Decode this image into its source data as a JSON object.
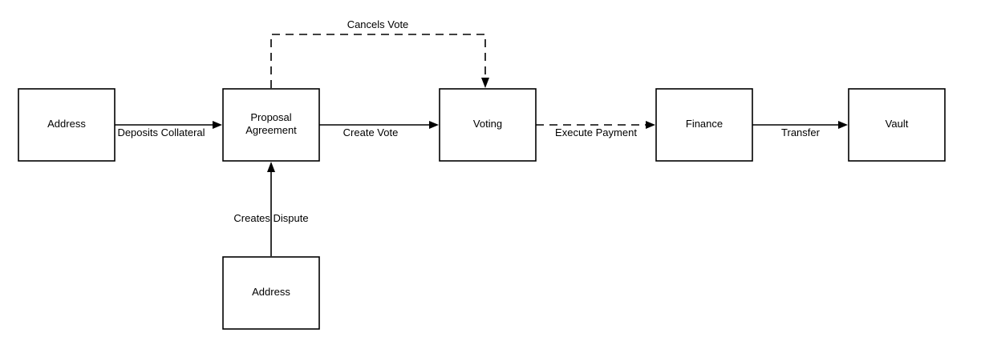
{
  "nodes": {
    "address_top": "Address",
    "proposal_line1": "Proposal",
    "proposal_line2": "Agreement",
    "voting": "Voting",
    "finance": "Finance",
    "vault": "Vault",
    "address_bottom": "Address"
  },
  "edges": {
    "deposits_collateral": "Deposits Collateral",
    "create_vote": "Create Vote",
    "cancels_vote": "Cancels Vote",
    "execute_payment": "Execute Payment",
    "transfer": "Transfer",
    "creates_dispute": "Creates Dispute"
  },
  "edge_styles": {
    "cancels_vote": "dashed",
    "execute_payment": "dashed",
    "deposits_collateral": "solid",
    "create_vote": "solid",
    "transfer": "solid",
    "creates_dispute": "solid"
  },
  "colors": {
    "stroke": "#000000",
    "background": "#ffffff"
  }
}
